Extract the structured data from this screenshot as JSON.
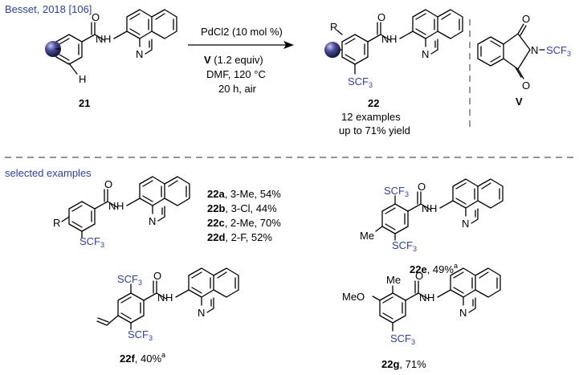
{
  "header": {
    "citation": "Besset, 2018 [106]",
    "section": "selected examples"
  },
  "reaction": {
    "catalyst": "PdCl2 (10 mol %)",
    "reagent_label": "V",
    "reagent_amount": " (1.2 equiv)",
    "conditions_1": "DMF, 120 °C",
    "conditions_2": "20 h, air",
    "substrate_label": "21",
    "product_label": "22",
    "examples": "12 examples",
    "yield": "up to 71% yield",
    "reagent_compound_label": "V"
  },
  "atoms": {
    "O": "O",
    "N": "N",
    "H": "H",
    "R": "R",
    "Me": "Me",
    "MeO": "MeO",
    "SCF3": "SCF3"
  },
  "selected_examples": {
    "list": [
      {
        "id": "22a",
        "desc": ", 3-Me, 54%"
      },
      {
        "id": "22b",
        "desc": ", 3-Cl, 44%"
      },
      {
        "id": "22c",
        "desc": ", 2-Me, 70%"
      },
      {
        "id": "22d",
        "desc": ", 2-F, 52%"
      }
    ],
    "e": {
      "id": "22e",
      "yield": ", 49%",
      "note": "a"
    },
    "f": {
      "id": "22f",
      "yield": ", 40%",
      "note": "a"
    },
    "g": {
      "id": "22g",
      "yield": ", 71%"
    }
  },
  "colors": {
    "accent": "#2b3fb5",
    "dot": "#2d2d6e"
  }
}
